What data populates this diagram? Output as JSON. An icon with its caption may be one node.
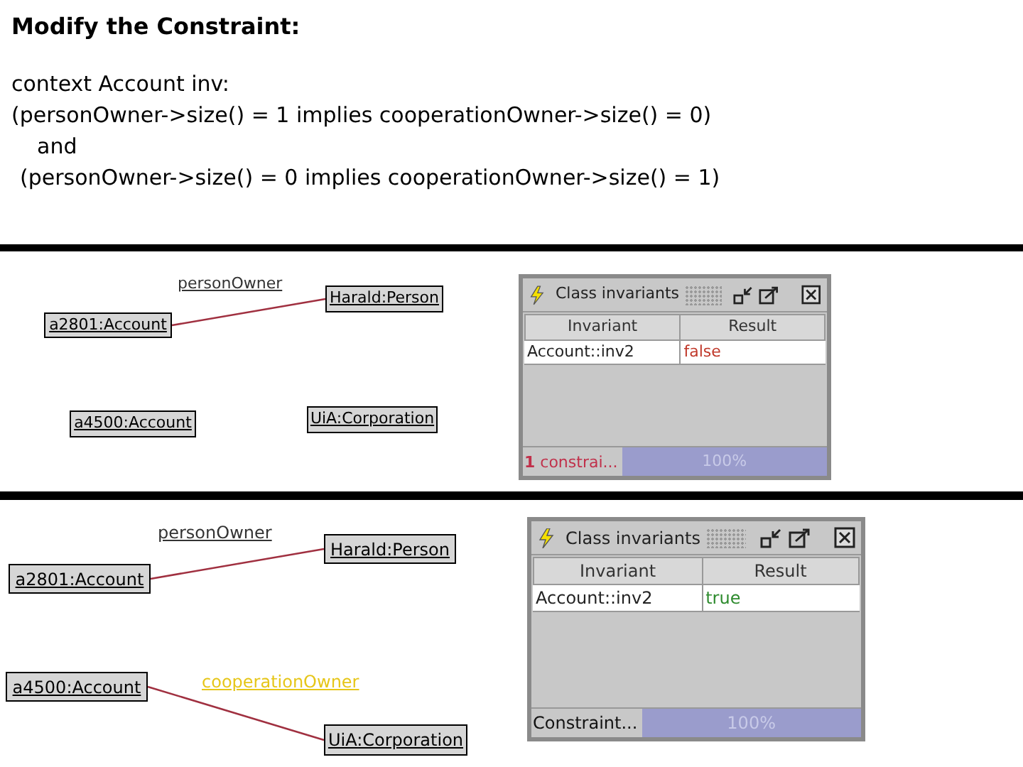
{
  "diagram": {
    "title": "Modify the Constraint:",
    "nodes": [
      {
        "text": [
          "a2801:Account"
        ]
      },
      {
        "text": [
          "Harald:Person"
        ]
      },
      {
        "text": [
          "a4500:Account"
        ]
      },
      {
        "text": [
          "UiA:Corporation"
        ]
      },
      {
        "text": [
          "a2801:Account"
        ]
      },
      {
        "text": [
          "Harald:Person"
        ]
      },
      {
        "text": [
          "a4500:Account"
        ]
      },
      {
        "text": [
          "UiA:Corporation"
        ]
      }
    ],
    "edges": [
      {
        "from": 0,
        "to": 1,
        "arrow": "none",
        "label": "personOwner"
      },
      {
        "from": 4,
        "to": 5,
        "arrow": "none",
        "label": "personOwner"
      },
      {
        "from": 6,
        "to": 7,
        "arrow": "none",
        "label": "cooperationOwner"
      }
    ],
    "labels": [
      "context Account inv:",
      "(personOwner->size() = 1 implies cooperationOwner->size() = 0)",
      "and",
      "(personOwner->size() = 0 implies cooperationOwner->size() = 1)",
      "Class invariants",
      "Invariant",
      "Result",
      "Account::inv2",
      "false",
      "**1** constrai...",
      "100%",
      "Class invariants",
      "Invariant",
      "Result",
      "Account::inv2",
      "true",
      "Constraint...",
      "100%"
    ]
  }
}
